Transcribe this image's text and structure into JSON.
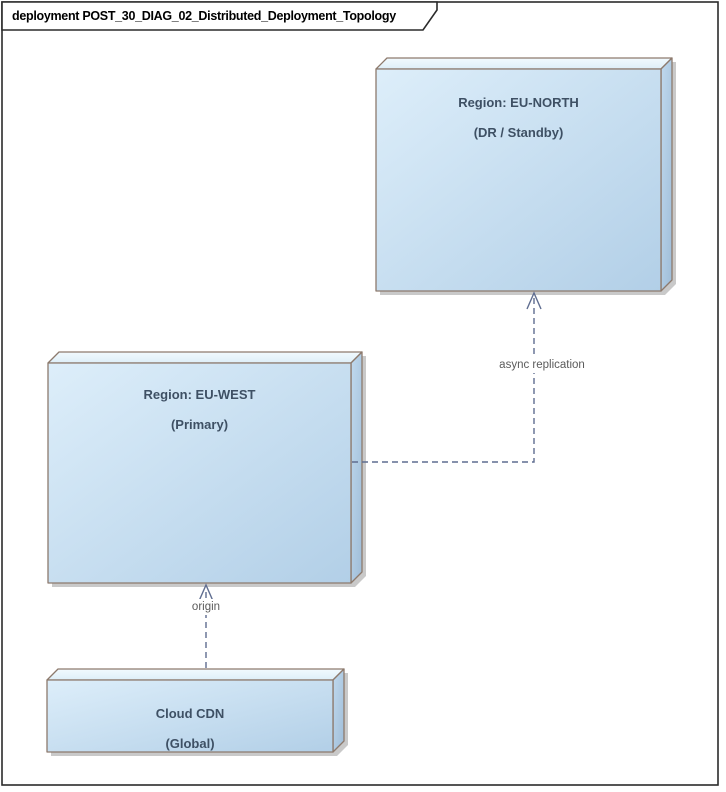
{
  "frame": {
    "kind": "deployment",
    "title": "deployment POST_30_DIAG_02_Distributed_Deployment_Topology"
  },
  "nodes": [
    {
      "id": "eu-north",
      "line1": "Region: EU-NORTH",
      "line2": "(DR / Standby)"
    },
    {
      "id": "eu-west",
      "line1": "Region: EU-WEST",
      "line2": "(Primary)"
    },
    {
      "id": "cdn",
      "line1": "Cloud CDN",
      "line2": "(Global)"
    }
  ],
  "connectors": [
    {
      "id": "replication",
      "label": "async replication",
      "from": "eu-west",
      "to": "eu-north",
      "line_style": "dashed",
      "arrow": "open"
    },
    {
      "id": "origin",
      "label": "origin",
      "from": "cdn",
      "to": "eu-west",
      "line_style": "dashed",
      "arrow": "open"
    }
  ],
  "colors": {
    "frame_border": "#2b2b2b",
    "node_border": "#8d7a6d",
    "node_fill_light": "#ddeefa",
    "node_fill_dark": "#b2cfe7",
    "shadow": "#c9c9c9",
    "connector": "#5f6d90",
    "node_text": "#3e5064",
    "label_text": "#5b5b5b",
    "bg": "#ffffff"
  }
}
